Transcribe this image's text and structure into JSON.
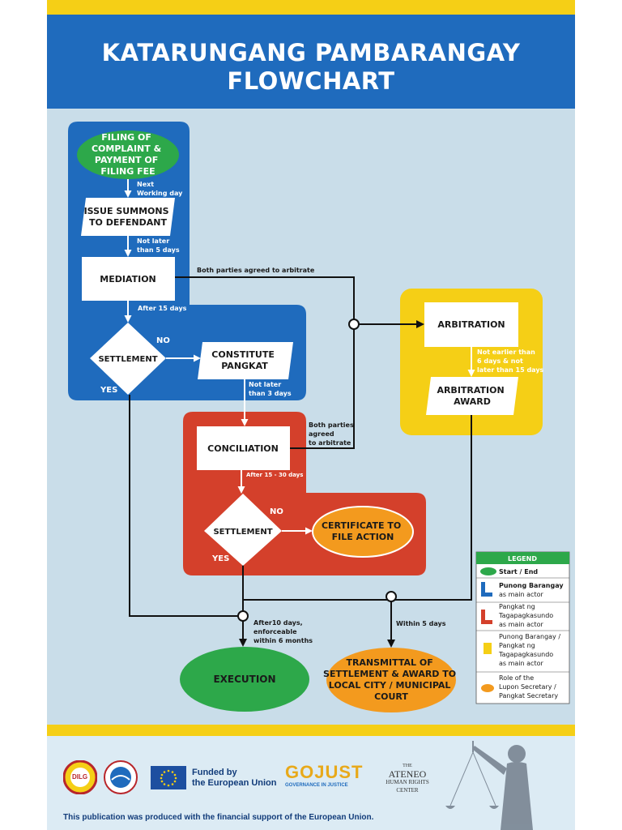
{
  "header": {
    "title_line1": "KATARUNGANG PAMBARANGAY",
    "title_line2": "FLOWCHART"
  },
  "nodes": {
    "filing": [
      "FILING OF",
      "COMPLAINT &",
      "PAYMENT OF",
      "FILING FEE"
    ],
    "summons": [
      "ISSUE SUMMONS",
      "TO DEFENDANT"
    ],
    "mediation": "MEDIATION",
    "settlement1": "SETTLEMENT",
    "pangkat": [
      "CONSTITUTE",
      "PANGKAT"
    ],
    "conciliation": "CONCILIATION",
    "settlement2": "SETTLEMENT",
    "certificate": [
      "CERTIFICATE TO",
      "FILE ACTION"
    ],
    "arbitration": "ARBITRATION",
    "award": [
      "ARBITRATION",
      "AWARD"
    ],
    "execution": "EXECUTION",
    "transmittal": [
      "TRANSMITTAL OF",
      "SETTLEMENT & AWARD TO",
      "LOCAL CITY / MUNICIPAL",
      "COURT"
    ]
  },
  "edges": {
    "next_working_day": [
      "Next",
      "Working day"
    ],
    "not_later_5": [
      "Not later",
      "than 5 days"
    ],
    "both_agreed_arbitrate": "Both parties agreed to arbitrate",
    "after_15": "After 15 days",
    "no1": "NO",
    "yes1": "YES",
    "not_later_3": [
      "Not later",
      "than 3 days"
    ],
    "both_agreed_arbitrate2": [
      "Both parties",
      "agreed",
      "to arbitrate"
    ],
    "after_15_30": "After 15 - 30 days",
    "no2": "NO",
    "yes2": "YES",
    "not_earlier": [
      "Not earlier than",
      "6 days  & not",
      "later than 15 days"
    ],
    "after_10": [
      "After10 days,",
      "enforceable",
      "within 6 months"
    ],
    "within_5": "Within 5 days"
  },
  "legend": {
    "title": "LEGEND",
    "items": [
      {
        "lines": [
          "Start / End"
        ]
      },
      {
        "lines": [
          "Punong Barangay",
          "as main actor"
        ]
      },
      {
        "lines": [
          "Pangkat  ng",
          "Tagapagkasundo",
          "as main actor"
        ]
      },
      {
        "lines": [
          "Punong Barangay /",
          "Pangkat ng",
          "Tagapagkasundo",
          "as main actor"
        ]
      },
      {
        "lines": [
          "Role of the",
          "Lupon Secretary /",
          "Pangkat Secretary"
        ]
      }
    ]
  },
  "footer": {
    "dilg": "DILG",
    "eu_text": [
      "Funded by",
      "the European Union"
    ],
    "gojust": "GOJUST",
    "gojust_sub": "GOVERNANCE IN JUSTICE",
    "ateneo": [
      "THE",
      "ATENEO",
      "HUMAN RIGHTS",
      "CENTER"
    ],
    "note": "This publication was produced with the financial support of the European Union."
  },
  "colors": {
    "blue": "#1f6bbd",
    "red": "#d4402b",
    "yellow": "#f5cf16",
    "green": "#2da84a",
    "orange": "#f39a1e",
    "background": "#c9dde9"
  }
}
